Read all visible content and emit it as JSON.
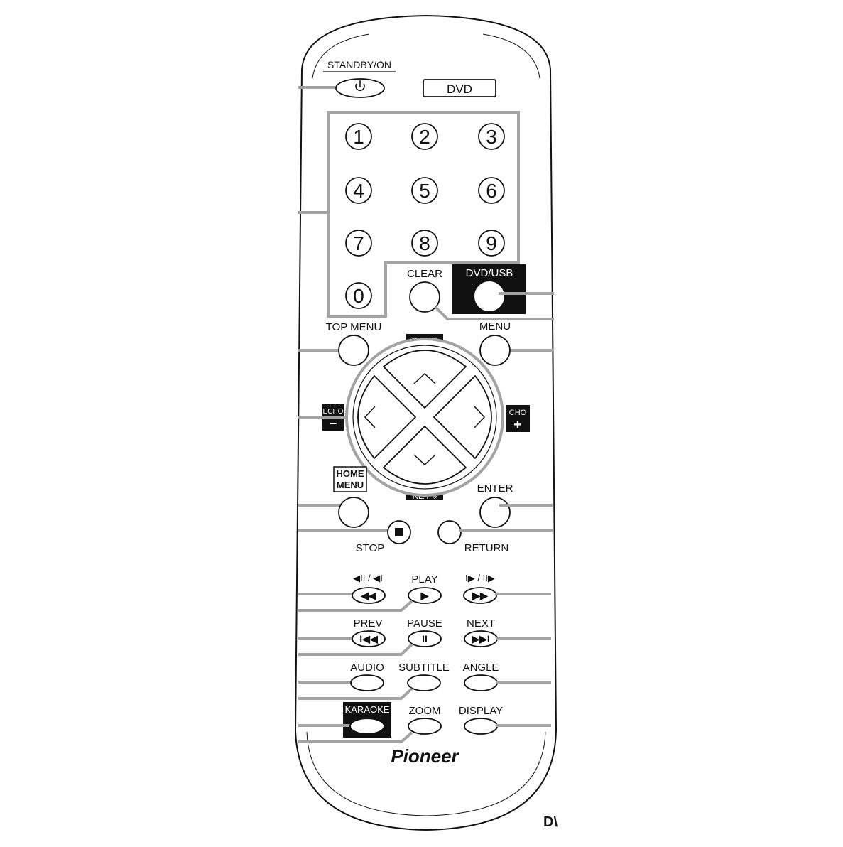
{
  "remote": {
    "top": {
      "standby_label": "STANDBY/ON",
      "standby_icon": "power-icon",
      "mode_label": "DVD"
    },
    "numpad": [
      "1",
      "2",
      "3",
      "4",
      "5",
      "6",
      "7",
      "8",
      "9",
      "0"
    ],
    "clear_label": "CLEAR",
    "dvd_usb_label": "DVD/USB",
    "top_menu_label": "TOP MENU",
    "menu_label": "MENU",
    "key_up_label": "KEY ♯",
    "key_down_label": "KEY ♭",
    "echo_minus_label": "ECHO",
    "echo_minus_sign": "−",
    "echo_plus_label": "CHO",
    "echo_plus_sign": "+",
    "home_menu_label": "HOME MENU",
    "home_menu_line1": "HOME",
    "home_menu_line2": "MENU",
    "enter_label": "ENTER",
    "stop_label": "STOP",
    "return_label": "RETURN",
    "slow_rev_label": "◀II / ◀I",
    "play_label": "PLAY",
    "slow_fwd_label": "I▶ / II▶",
    "prev_label": "PREV",
    "pause_label": "PAUSE",
    "next_label": "NEXT",
    "audio_label": "AUDIO",
    "subtitle_label": "SUBTITLE",
    "angle_label": "ANGLE",
    "karaoke_label": "KARAOKE",
    "zoom_label": "ZOOM",
    "display_label": "DISPLAY",
    "brand": "Pioneer",
    "corner_text": "D\\"
  }
}
